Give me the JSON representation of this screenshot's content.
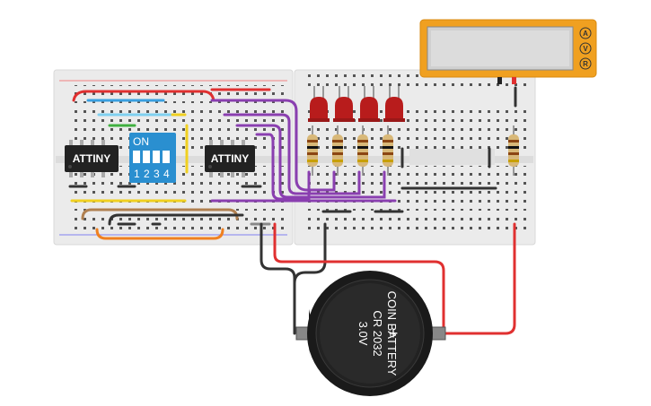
{
  "chips": [
    {
      "label": "ATTINY"
    },
    {
      "label": "ATTINY"
    }
  ],
  "dip_switch": {
    "on_label": "ON",
    "numbers": [
      "1",
      "2",
      "3",
      "4"
    ],
    "color": "#2a8fd0"
  },
  "battery": {
    "lines": [
      "COIN BATTERY",
      "CR 2032",
      "3.0V"
    ],
    "plus_symbol": "+"
  },
  "multimeter": {
    "buttons": [
      "A",
      "V",
      "R"
    ],
    "body_color": "#f0a020"
  },
  "leds": {
    "count": 4,
    "color": "#b81c1c"
  },
  "wire_colors": {
    "red": "#e03030",
    "black": "#333333",
    "purple": "#8a3fb0",
    "yellow": "#f0d020",
    "orange": "#f08020",
    "blue": "#3aa0e0",
    "green": "#40b040",
    "light_blue": "#7fd0f0",
    "brown": "#b08050",
    "gray": "#888888"
  }
}
